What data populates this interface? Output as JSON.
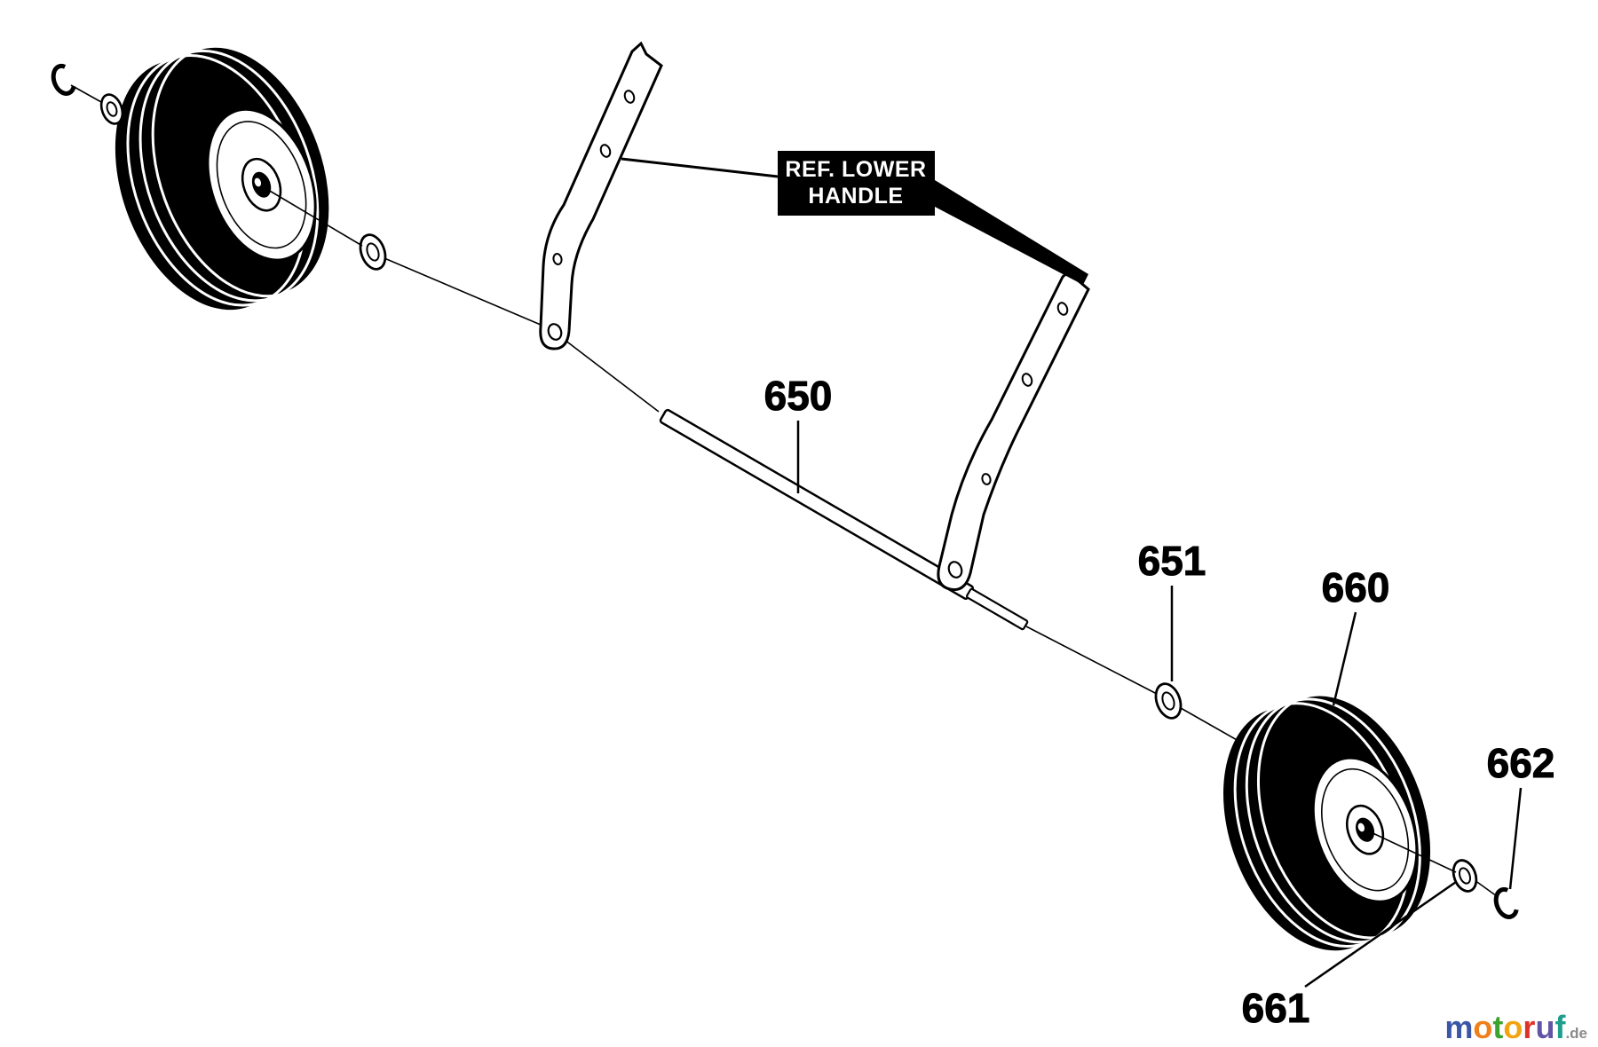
{
  "diagram": {
    "ref_label": {
      "line1": "REF. LOWER",
      "line2": "HANDLE",
      "bg": "#000000",
      "fg": "#ffffff"
    },
    "parts": {
      "axle_rod": {
        "number": "650"
      },
      "washer_inner": {
        "number": "651"
      },
      "wheel": {
        "number": "660"
      },
      "washer_outer": {
        "number": "661"
      },
      "e_ring": {
        "number": "662"
      }
    },
    "ink": "#000000",
    "background": "#ffffff"
  },
  "watermark": {
    "letters": [
      {
        "ch": "m",
        "color": "#3b56a7"
      },
      {
        "ch": "o",
        "color": "#ef7f1a"
      },
      {
        "ch": "t",
        "color": "#3da32f"
      },
      {
        "ch": "o",
        "color": "#f2a30f"
      },
      {
        "ch": "r",
        "color": "#e03127"
      },
      {
        "ch": "u",
        "color": "#6153a5"
      },
      {
        "ch": "f",
        "color": "#1f9e8e"
      }
    ],
    "suffix": ".de",
    "suffix_color": "#8a8a8a"
  }
}
